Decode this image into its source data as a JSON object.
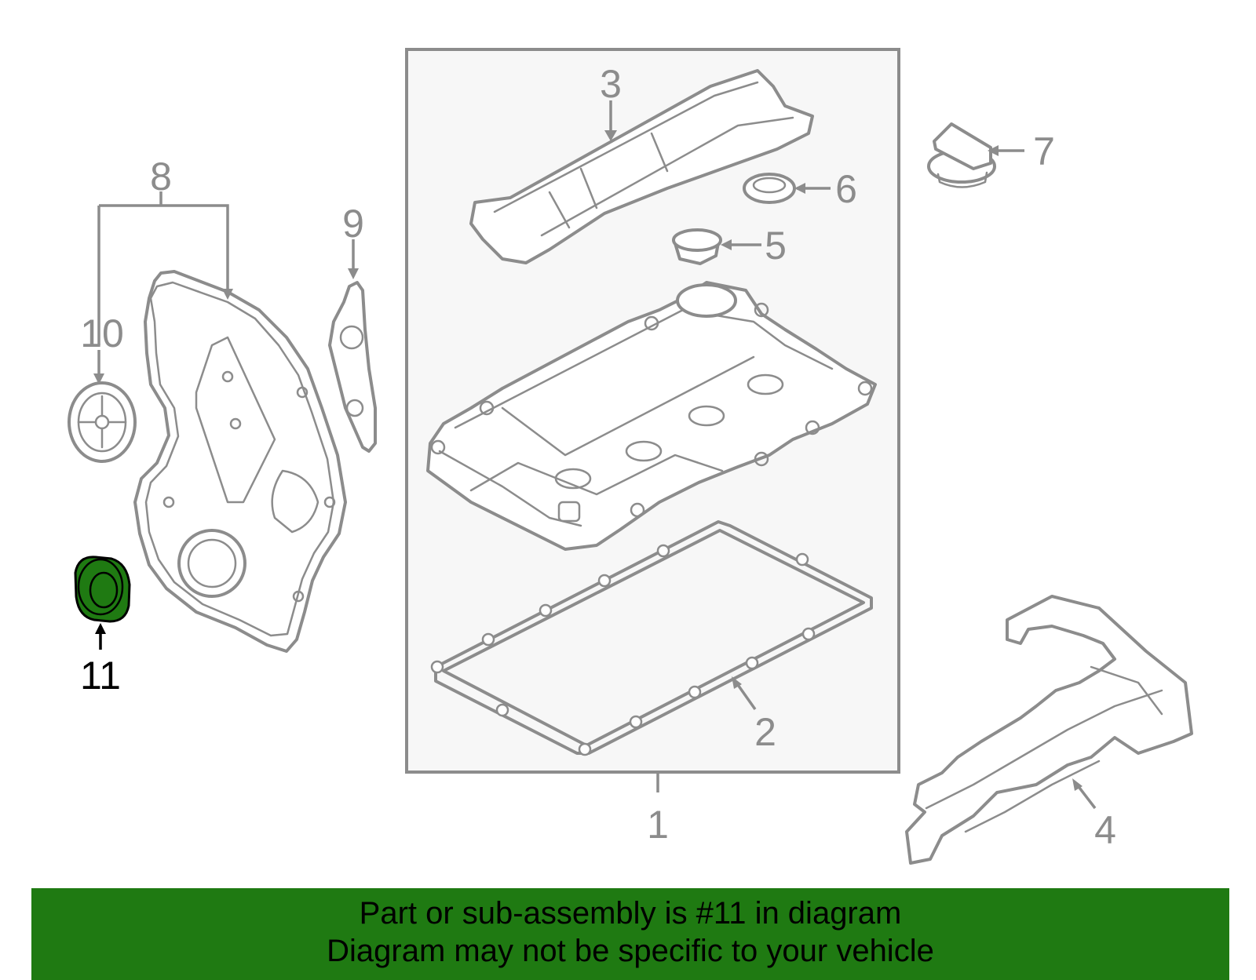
{
  "diagram": {
    "callouts": [
      {
        "id": "1",
        "label": "1"
      },
      {
        "id": "2",
        "label": "2"
      },
      {
        "id": "3",
        "label": "3"
      },
      {
        "id": "4",
        "label": "4"
      },
      {
        "id": "5",
        "label": "5"
      },
      {
        "id": "6",
        "label": "6"
      },
      {
        "id": "7",
        "label": "7"
      },
      {
        "id": "8",
        "label": "8"
      },
      {
        "id": "9",
        "label": "9"
      },
      {
        "id": "10",
        "label": "10"
      },
      {
        "id": "11",
        "label": "11"
      }
    ],
    "highlighted_part": "11",
    "colors": {
      "line_art": "#8c8c8c",
      "box_fill": "#f7f7f7",
      "highlight": "#1f7a12",
      "banner_background": "#1f7a12",
      "text_highlight": "#000000"
    }
  },
  "banner": {
    "line1": "Part or sub-assembly is #11 in diagram",
    "line2": "Diagram may not be specific to your vehicle"
  }
}
